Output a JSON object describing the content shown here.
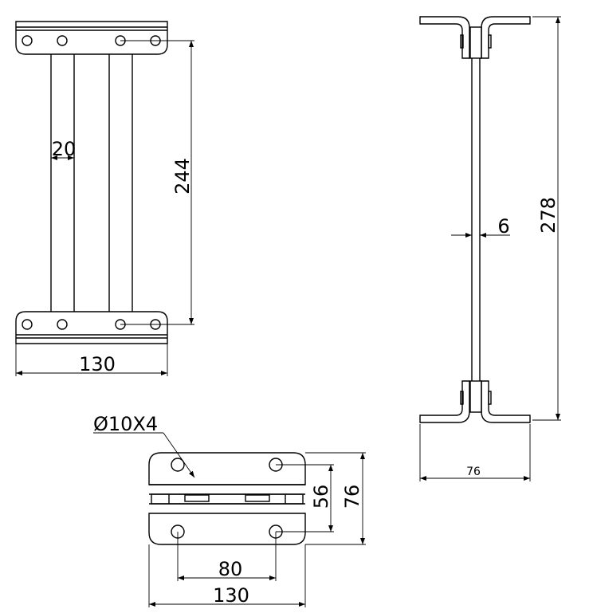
{
  "drawing": {
    "front_view": {
      "bar_width": "20",
      "height": "244",
      "width": "130"
    },
    "side_view": {
      "rod_thickness": "6",
      "height": "278",
      "depth": "76"
    },
    "top_view": {
      "hole_note": "Ø10X4",
      "hole_spacing_vertical": "56",
      "overall_height": "76",
      "hole_spacing_horizontal": "80",
      "overall_width": "130"
    }
  }
}
